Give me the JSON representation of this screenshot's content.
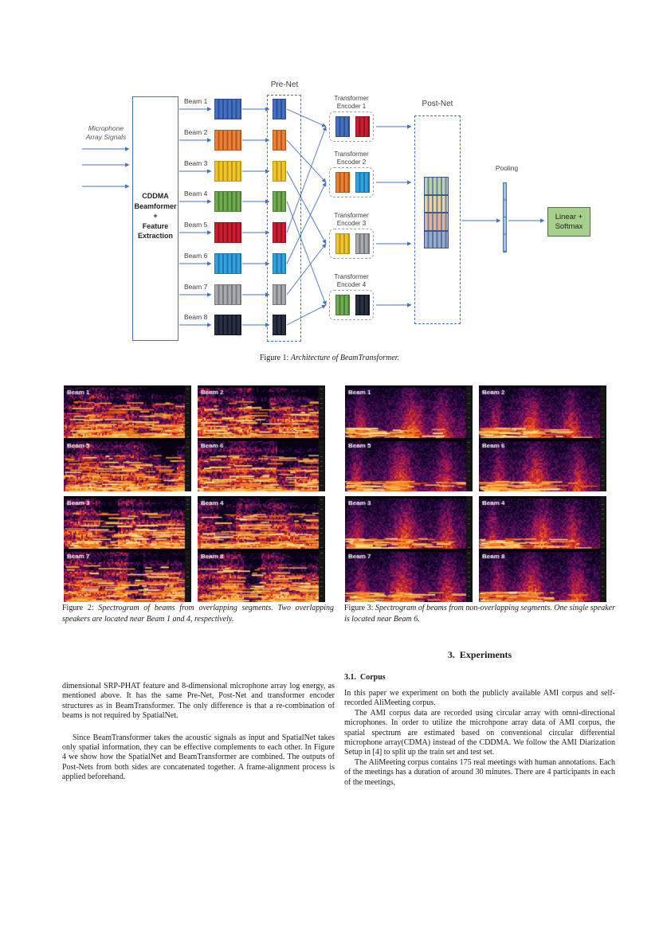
{
  "figure1": {
    "prenet_label": "Pre-Net",
    "postnet_label": "Post-Net",
    "pooling_label": "Pooling",
    "input_label": "Microphone\nArray Signals",
    "cddma_label": "CDDMA\nBeamformer\n+\nFeature\nExtraction",
    "output_label": "Linear +\nSoftmax",
    "arrow_color": "#4472c4",
    "output_box_color": "#a6d08c",
    "pooling_color": "#9cc3e8",
    "beams": [
      {
        "label": "Beam 1",
        "color": "#4470c2",
        "stripe": "#2e4f96"
      },
      {
        "label": "Beam 2",
        "color": "#ed8033",
        "stripe": "#b25a1e"
      },
      {
        "label": "Beam 3",
        "color": "#f2c52e",
        "stripe": "#bf9717"
      },
      {
        "label": "Beam 4",
        "color": "#71ab50",
        "stripe": "#4d7d35"
      },
      {
        "label": "Beam 5",
        "color": "#cb1e30",
        "stripe": "#931220"
      },
      {
        "label": "Beam 6",
        "color": "#32a3e0",
        "stripe": "#1d77ae"
      },
      {
        "label": "Beam 7",
        "color": "#a8aab0",
        "stripe": "#77797f"
      },
      {
        "label": "Beam 8",
        "color": "#2b3142",
        "stripe": "#14192a"
      }
    ],
    "encoders": [
      {
        "label": "Transformer\nEncoder 1",
        "beam_blocks": [
          0,
          4
        ]
      },
      {
        "label": "Transformer\nEncoder 2",
        "beam_blocks": [
          1,
          5
        ]
      },
      {
        "label": "Transformer\nEncoder 3",
        "beam_blocks": [
          2,
          6
        ]
      },
      {
        "label": "Transformer\nEncoder 4",
        "beam_blocks": [
          3,
          7
        ]
      }
    ],
    "postnet_stack": [
      {
        "color": "#b9d2a8",
        "stripe": "#6d84a6"
      },
      {
        "color": "#ead593",
        "stripe": "#6d84a6"
      },
      {
        "color": "#e3b09c",
        "stripe": "#6d84a6"
      },
      {
        "color": "#98abcf",
        "stripe": "#5a739c"
      }
    ],
    "caption_prefix": "Figure 1:",
    "caption": "Architecture of BeamTransformer."
  },
  "figure2": {
    "panels": [
      [
        "Beam 1",
        "Beam 5"
      ],
      [
        "Beam 2",
        "Beam 6"
      ],
      [
        "Beam 3",
        "Beam 7"
      ],
      [
        "Beam 4",
        "Beam 8"
      ]
    ],
    "style": "bright",
    "caption_prefix": "Figure 2:",
    "caption": "Spectrogram of beams from overlapping segments. Two overlapping speakers are located near Beam 1 and 4, respectively."
  },
  "figure3": {
    "panels": [
      [
        "Beam 1",
        "Beam 5"
      ],
      [
        "Beam 2",
        "Beam 6"
      ],
      [
        "Beam 3",
        "Beam 7"
      ],
      [
        "Beam 4",
        "Beam 8"
      ]
    ],
    "style": "dark",
    "caption_prefix": "Figure 3:",
    "caption": "Spectrogram of beams from non-overlapping segments. One single speaker is located near Beam 6."
  },
  "left_column": {
    "paragraphs": [
      "dimensional SRP-PHAT feature and 8-dimensional microphone array log energy, as mentioned above. It has the same Pre-Net, Post-Net and transformer encoder structures as in BeamTransformer. The only difference is that a re-combination of beams is not required by SpatialNet.",
      "Since BeamTransformer takes the acoustic signals as input and SpatialNet takes only spatial information, they can be effective complements to each other. In Figure 4 we show how the SpatialNet and BeamTransformer are combined. The outputs of Post-Nets from both sides are concatenated together. A frame-alignment process is applied beforehand."
    ]
  },
  "right_column": {
    "section_heading": "3.  Experiments",
    "subsection_heading": "3.1.  Corpus",
    "paragraphs": [
      "In this paper we experiment on both the publicly available AMI corpus and self-recorded AliMeeting corpus.",
      "The AMI corpus data are recorded using circular array with omni-directional microphones. In order to utilize the microhpone array data of AMI corpus, the spatial spectrum are estimated based on conventional circular differential microphone array(CDMA) instead of the CDDMA. We follow the AMI Diarization Setup in [4] to split up the train set and test set.",
      "The AliMeeting corpus contains 175 real meetings with human annotations. Each of the meetings has a duration of around 30 minutes. There are 4 participants in each of the meetings,"
    ]
  }
}
